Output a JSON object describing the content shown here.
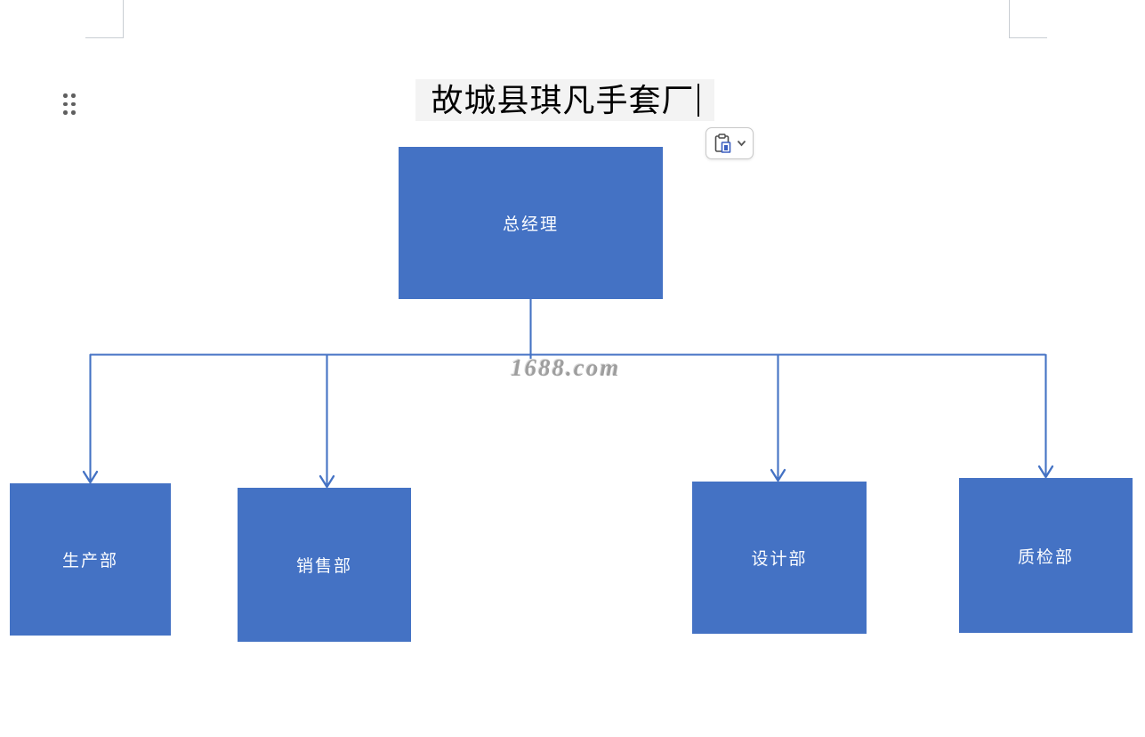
{
  "document": {
    "title": "故城县琪凡手套厂"
  },
  "org_chart": {
    "root": {
      "label": "总经理"
    },
    "departments": [
      {
        "label": "生产部"
      },
      {
        "label": "销售部"
      },
      {
        "label": "设计部"
      },
      {
        "label": "质检部"
      }
    ]
  },
  "watermark": {
    "text": "1688.com"
  },
  "icons": {
    "drag_handle": "six-dots-grip",
    "paste_options": "clipboard",
    "paste_dropdown": "chevron-down"
  },
  "colors": {
    "box_fill": "#4472C4",
    "connector": "#4472C4",
    "box_text": "#FAFCFF",
    "title_text": "#000000",
    "watermark": "#9E9E9E"
  }
}
